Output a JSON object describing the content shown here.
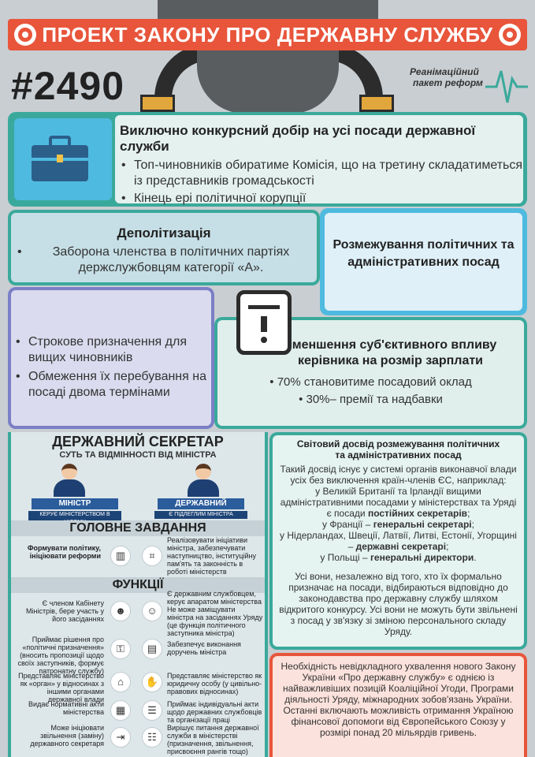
{
  "header": {
    "title": "ПРОЕКТ ЗАКОНУ ПРО ДЕРЖАВНУ СЛУЖБУ"
  },
  "bill_number": "#2490",
  "logo": {
    "line1": "Реанімаційний",
    "line2": "пакет реформ"
  },
  "block1": {
    "title": "Виключно конкурсний добір на усі посади державної служби",
    "bullets": [
      "Топ-чиновників обиратиме Комісія, що на третину складатиметься із представників громадськості",
      "Кінець ері політичної корупції"
    ]
  },
  "block2": {
    "title": "Деполітизація",
    "bullets": [
      "Заборона членства в політичних партіях держслужбовцям категорії «А»."
    ]
  },
  "block3": {
    "title": "Розмежування політичних та адміністративних посад"
  },
  "block4": {
    "bullets": [
      "Строкове призначення для вищих чиновників",
      "Обмеження їх перебування на посаді двома термінами"
    ]
  },
  "block5": {
    "title": "Зменшення суб'єктивного впливу керівника на розмір зарплати",
    "bullets": [
      "70% становитиме посадовий оклад",
      "30%– премії та надбавки"
    ]
  },
  "secretary": {
    "title": "ДЕРЖАВНИЙ СЕКРЕТАР",
    "subtitle": "СУТЬ ТА ВІДМІННОСТІ ВІД МІНІСТРА",
    "minister_label": "МІНІСТР",
    "minister_sub": "КЕРУЄ МІНІСТЕРСТВОМ В ЦІЛОМУ",
    "secretary_label": "ДЕРЖАВНИЙ СЕКРЕТАР",
    "secretary_sub": "Є ПІДЛЕГЛИМ МІНІСТРА",
    "main_task_heading": "ГОЛОВНЕ ЗАВДАННЯ",
    "main_task_left": "Формувати політику, ініціювати реформи",
    "main_task_right": "Реалізовувати ініціативи міністра, забезпечувати наступництво, інституційну пам'ять та законність в роботі міністерств",
    "functions_heading": "ФУНКЦІЇ",
    "functions": [
      {
        "left": "Є членом Кабінету Міністрів, бере участь у його засіданнях",
        "right": "Є державним службовцем, керує апаратом міністерства Не може заміщувати міністра на засіданнях Уряду (це функція політичного заступника міністра)"
      },
      {
        "left": "Приймає рішення про «політичні призначення» (вносить пропозиції щодо своїх заступників, формує патронатну службу)",
        "right": "Забезпечує виконання доручень міністра"
      },
      {
        "left": "Представляє міністерство як «орган» у відносинах з іншими органами державної влади",
        "right": "Представляє міністерство як юридичну особу (у цивільно-правових відносинах)"
      },
      {
        "left": "Видає нормативні акти міністерства",
        "right": "Приймає індивідуальні акти щодо державних службовців та організації праці"
      },
      {
        "left": "Може ініціювати звільнення (заміну) державного секретаря",
        "right": "Вирішує питання державної служби в міністерстві (призначення, звільнення, присвоєння рангів тощо)"
      }
    ]
  },
  "world": {
    "title1": "Світовий досвід розмежування політичних",
    "title2": "та адміністративних посад",
    "intro": "Такий досвід існує у системі органів виконавчої влади усіх без виключення країн-членів ЄС, наприклад:",
    "uk_text": "у Великій Британії та Ірландії вищими адміністративними посадами у міністерствах та Уряді є посади",
    "uk_term": "постійних секретарів",
    "fr_text": "у Франції –",
    "fr_term": "генеральні секретарі",
    "nl_text": "у Нідерландах, Швеції, Латвії, Литві, Естонії, Угорщині –",
    "nl_term": "державні секретарі",
    "pl_text": "у Польщі –",
    "pl_term": "генеральні директори",
    "summary": "Усі вони, незалежно від того, хто їх формально призначає на посади, відбираються відповідно до законодавства про державну службу шляхом відкритого конкурсу. Усі вони не можуть бути звільнені з посад у зв'язку зі зміною персонального складу Уряду."
  },
  "necessity": {
    "text": "Необхідність невідкладного ухвалення нового Закону України «Про державну службу» є однією із найважливіших позицій Коаліційної Угоди, Програми діяльності Уряду, міжнародних зобов'язань України. Останні включають можливість отримання Україною фінансової допомоги від Європейського Союзу у розмірі понад 20 мільярдів гривень."
  },
  "colors": {
    "accent_red": "#e8553b",
    "teal": "#3aa99b",
    "blue": "#4fbadf",
    "purple": "#7b7fc6"
  }
}
